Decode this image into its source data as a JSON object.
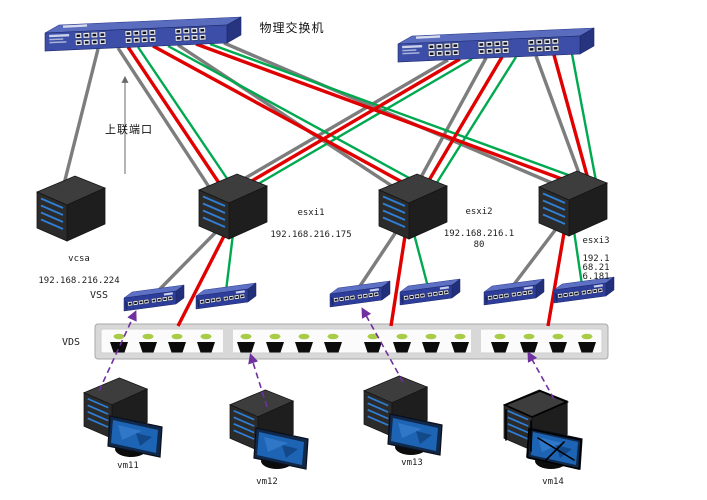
{
  "diagram": {
    "labels": {
      "physical_switch": "物理交换机",
      "uplink_port": "上联端口",
      "vss": "VSS",
      "vds": "VDS"
    },
    "hosts": {
      "vcsa": {
        "name": "vcsa",
        "ip": "192.168.216.224"
      },
      "esxi1": {
        "name": "esxi1",
        "ip": "192.168.216.175"
      },
      "esxi2": {
        "name": "esxi2",
        "ip": "192.168.216.1\n80"
      },
      "esxi3": {
        "name": "esxi3",
        "ip": "192.1\n68.21\n6.181"
      }
    },
    "vms": {
      "vm11": "vm11",
      "vm12": "vm12",
      "vm13": "vm13",
      "vm14": "vm14"
    },
    "colors": {
      "uplink_gray": "#7d7d7d",
      "nic_red": "#e10000",
      "nic_green": "#00a94f",
      "vm_link_purple": "#7030a0",
      "switch_blue": "#3c4ea8",
      "vds_led_green": "#a9cc46",
      "server_stripe_blue": "#2f7fd6"
    }
  }
}
